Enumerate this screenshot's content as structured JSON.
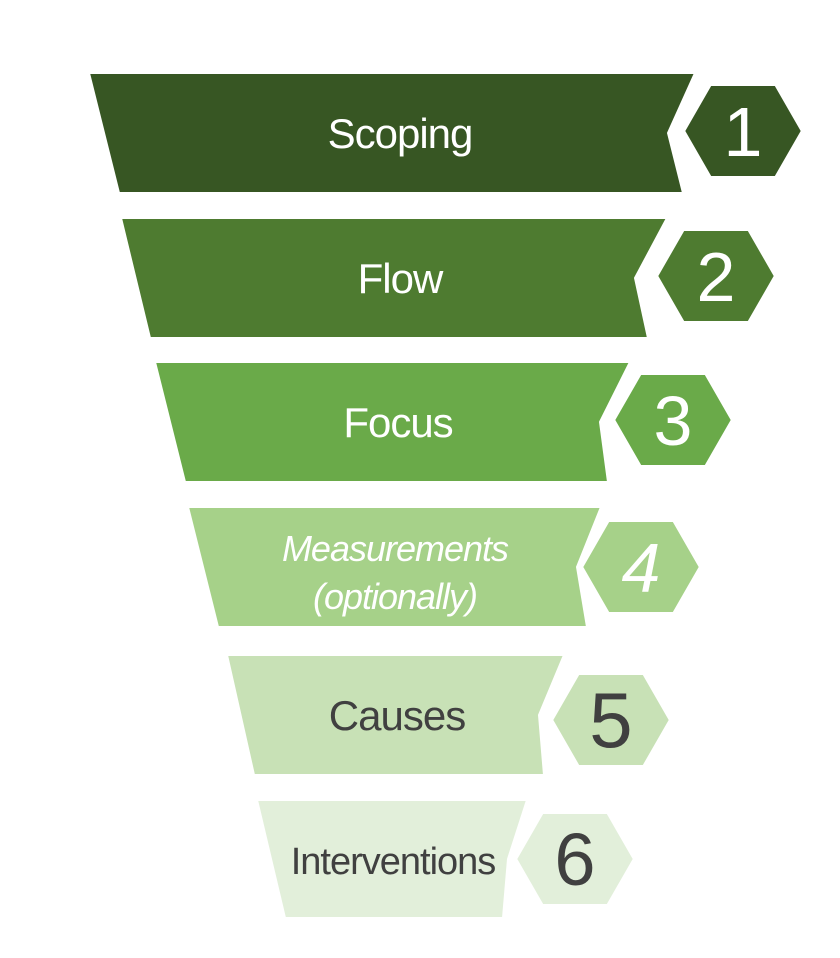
{
  "diagram": {
    "type": "funnel",
    "stage_count": 6,
    "text_light": "#ffffff",
    "text_dark": "#404040"
  },
  "stages": [
    {
      "number": "1",
      "label": "Scoping",
      "fill": "#375623",
      "label_color": "#ffffff",
      "number_color": "#ffffff"
    },
    {
      "number": "2",
      "label": "Flow",
      "fill": "#4e7b30",
      "label_color": "#ffffff",
      "number_color": "#ffffff"
    },
    {
      "number": "3",
      "label": "Focus",
      "fill": "#6aaa49",
      "label_color": "#ffffff",
      "number_color": "#ffffff"
    },
    {
      "number": "4",
      "label": "Measurements (optionally)",
      "label_lines": [
        "Measurements",
        "(optionally)"
      ],
      "italic": true,
      "fill": "#a6d189",
      "label_color": "#ffffff",
      "number_color": "#ffffff"
    },
    {
      "number": "5",
      "label": "Causes",
      "fill": "#c8e1b6",
      "label_color": "#404040",
      "number_color": "#404040"
    },
    {
      "number": "6",
      "label": "Interventions",
      "fill": "#e2efda",
      "label_color": "#404040",
      "number_color": "#404040"
    }
  ]
}
